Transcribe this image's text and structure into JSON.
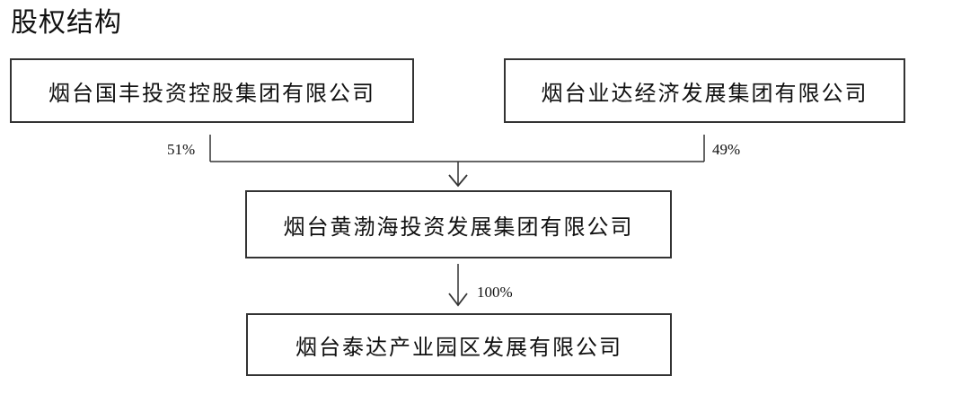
{
  "title": "股权结构",
  "shareholders": [
    {
      "name": "烟台国丰投资控股集团有限公司",
      "share": "51%"
    },
    {
      "name": "烟台业达经济发展集团有限公司",
      "share": "49%"
    }
  ],
  "intermediate": {
    "name": "烟台黄渤海投资发展集团有限公司",
    "share_of_subsidiary": "100%"
  },
  "subsidiary": {
    "name": "烟台泰达产业园区发展有限公司"
  },
  "colors": {
    "border": "#333333",
    "line": "#333333",
    "text": "#111111"
  }
}
